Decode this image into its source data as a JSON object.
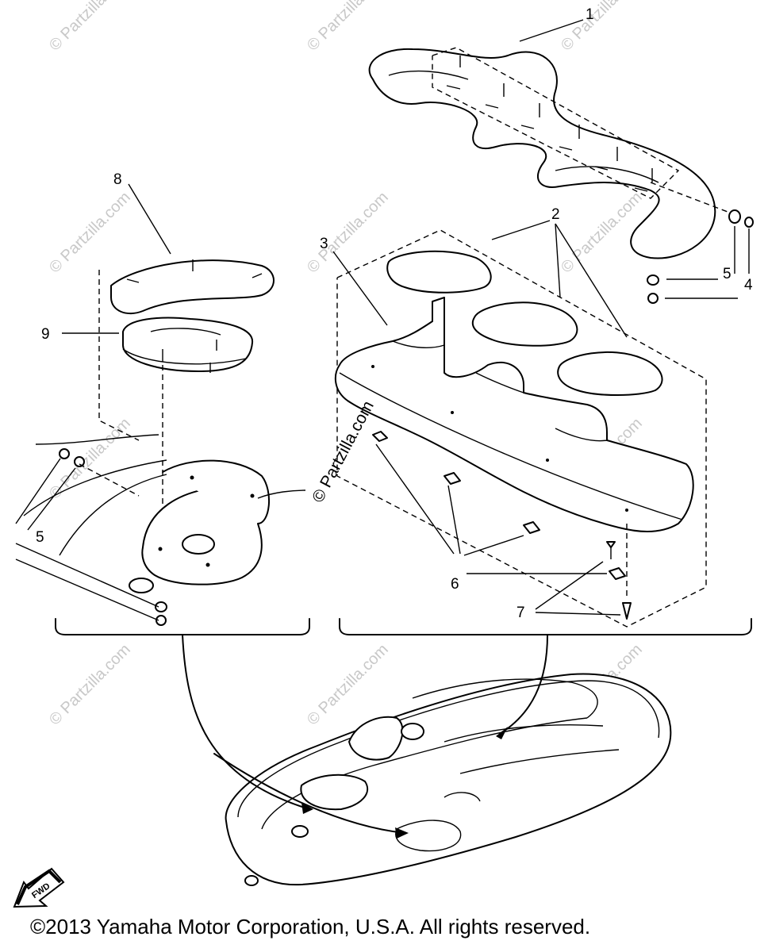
{
  "callouts": {
    "n1": "1",
    "n2": "2",
    "n3": "3",
    "n4": "4",
    "n5": "5",
    "n5b": "5",
    "n6": "6",
    "n7": "7",
    "n8": "8",
    "n9": "9"
  },
  "watermark": "© Partzilla.com",
  "fwd_label": "FWD",
  "copyright": "©2013  Yamaha Motor Corporation, U.S.A. All rights reserved."
}
